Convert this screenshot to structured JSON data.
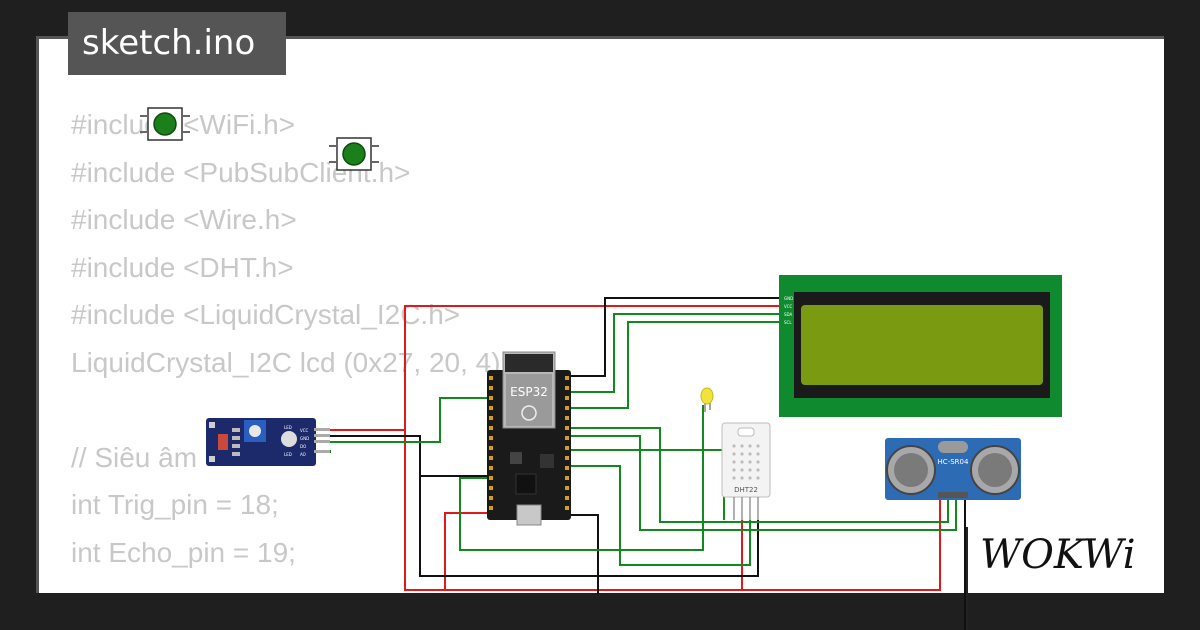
{
  "tab": {
    "title": "sketch.ino"
  },
  "code_lines": [
    "#include <WiFi.h>",
    "#include <PubSubClient.h>",
    "#include <Wire.h>",
    "#include <DHT.h>",
    "#include <LiquidCrystal_I2C.h>",
    "LiquidCrystal_I2C lcd (0x27, 20, 4);",
    "",
    "// Siêu âm",
    "int Trig_pin = 18;",
    "int Echo_pin = 19;"
  ],
  "components": {
    "esp32_label": "ESP32",
    "dht_label": "DHT22",
    "ultrasonic_label": "HC-SR04",
    "lcd_pins": [
      "GND",
      "VCC",
      "SDA",
      "SCL"
    ],
    "ldr_pins": [
      "VCC",
      "GND",
      "DO",
      "AO"
    ],
    "ldr_leds": [
      "LED",
      "LED"
    ]
  },
  "brand": {
    "logo": "WOKWi"
  },
  "colors": {
    "wire_red": "#e0191b",
    "wire_green": "#118a1d",
    "wire_black": "#111111",
    "lcd_board": "#0f8a2f",
    "lcd_screen": "#7a9a12",
    "esp_board": "#1a1a1a"
  }
}
